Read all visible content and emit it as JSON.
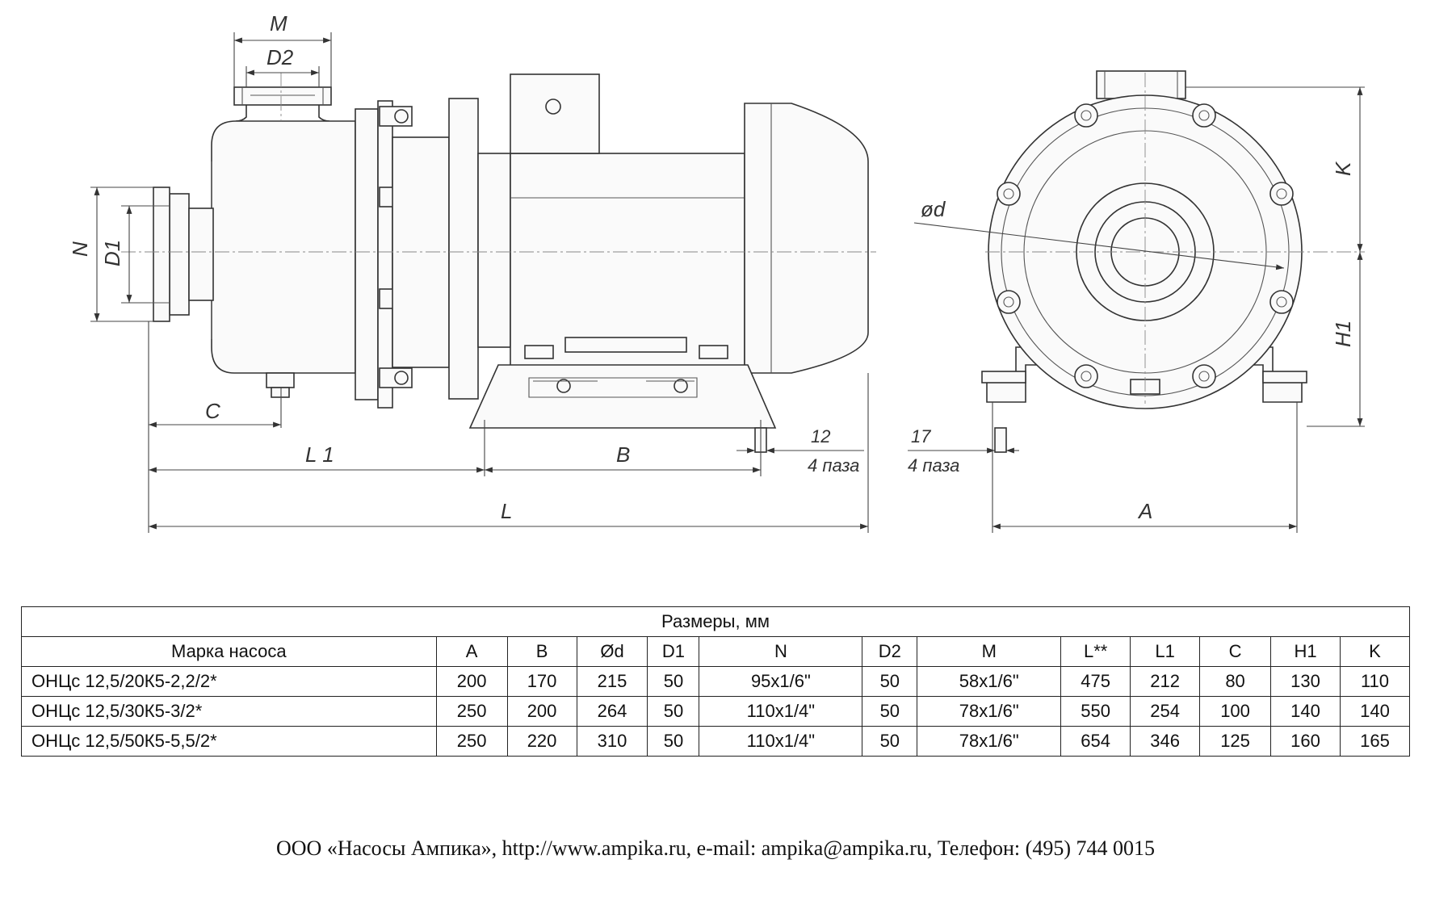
{
  "drawing": {
    "labels": {
      "M": "M",
      "D2": "D2",
      "N": "N",
      "D1": "D1",
      "C": "C",
      "L1": "L 1",
      "B": "B",
      "L": "L",
      "slot_front": "12",
      "slot_side": "17",
      "slots_text": "4 паза",
      "d": "ød",
      "K": "K",
      "H1": "H1",
      "A": "A"
    }
  },
  "table": {
    "caption": "Размеры, мм",
    "headers": [
      "Марка насоса",
      "A",
      "B",
      "Ød",
      "D1",
      "N",
      "D2",
      "M",
      "L**",
      "L1",
      "C",
      "H1",
      "K"
    ],
    "rows": [
      [
        "ОНЦс 12,5/20К5-2,2/2*",
        "200",
        "170",
        "215",
        "50",
        "95x1/6\"",
        "50",
        "58x1/6\"",
        "475",
        "212",
        "80",
        "130",
        "110"
      ],
      [
        "ОНЦс 12,5/30К5-3/2*",
        "250",
        "200",
        "264",
        "50",
        "110x1/4\"",
        "50",
        "78x1/6\"",
        "550",
        "254",
        "100",
        "140",
        "140"
      ],
      [
        "ОНЦс 12,5/50К5-5,5/2*",
        "250",
        "220",
        "310",
        "50",
        "110x1/4\"",
        "50",
        "78x1/6\"",
        "654",
        "346",
        "125",
        "160",
        "165"
      ]
    ]
  },
  "footer": "ООО «Насосы Ампика», http://www.ampika.ru, e-mail: ampika@ampika.ru, Телефон: (495) 744 0015"
}
